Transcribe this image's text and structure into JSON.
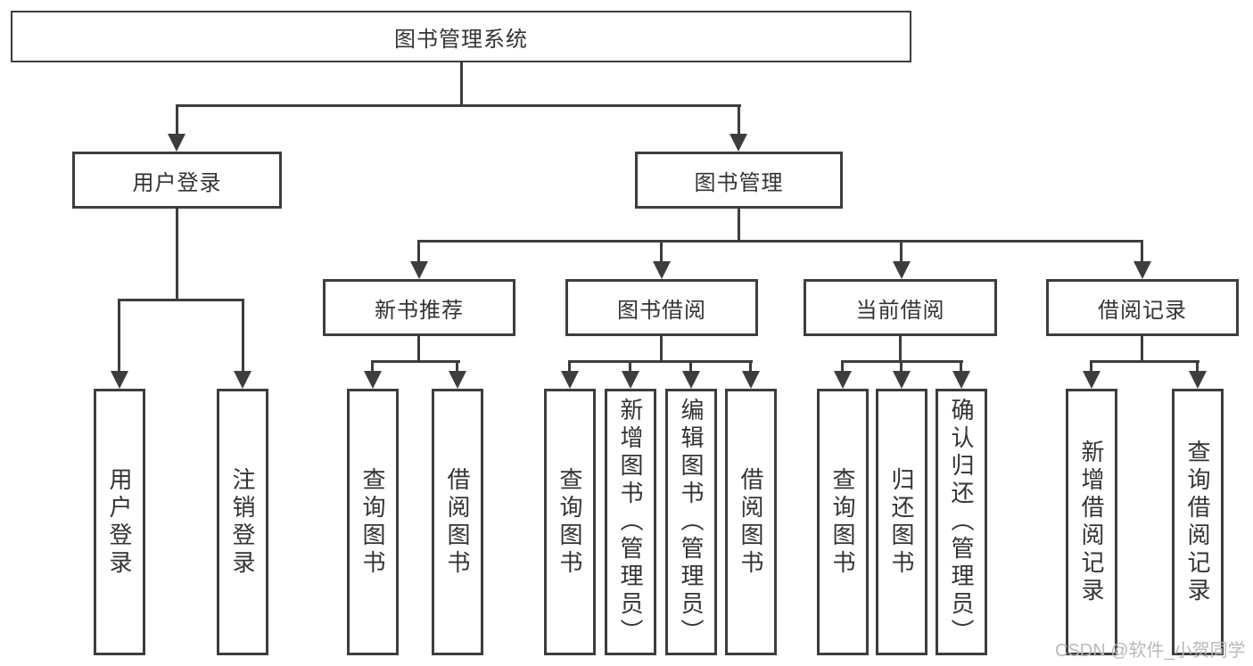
{
  "diagram": {
    "title": "图书管理系统",
    "level2": [
      {
        "label": "用户登录"
      },
      {
        "label": "图书管理"
      }
    ],
    "level3": [
      {
        "label": "新书推荐"
      },
      {
        "label": "图书借阅"
      },
      {
        "label": "当前借阅"
      },
      {
        "label": "借阅记录"
      }
    ],
    "leaves": [
      {
        "label": "用户登录"
      },
      {
        "label": "注销登录"
      },
      {
        "label": "查询图书"
      },
      {
        "label": "借阅图书"
      },
      {
        "label": "查询图书"
      },
      {
        "label": "新增图书（管理员）"
      },
      {
        "label": "编辑图书（管理员）"
      },
      {
        "label": "借阅图书"
      },
      {
        "label": "查询图书"
      },
      {
        "label": "归还图书"
      },
      {
        "label": "确认归还（管理员）"
      },
      {
        "label": "新增借阅记录"
      },
      {
        "label": "查询借阅记录"
      }
    ],
    "watermark": "CSDN @软件_小贺同学",
    "colors": {
      "line": "#3d3d3d",
      "text": "#333333",
      "watermark": "#b9b9b9",
      "background": "#ffffff"
    }
  }
}
